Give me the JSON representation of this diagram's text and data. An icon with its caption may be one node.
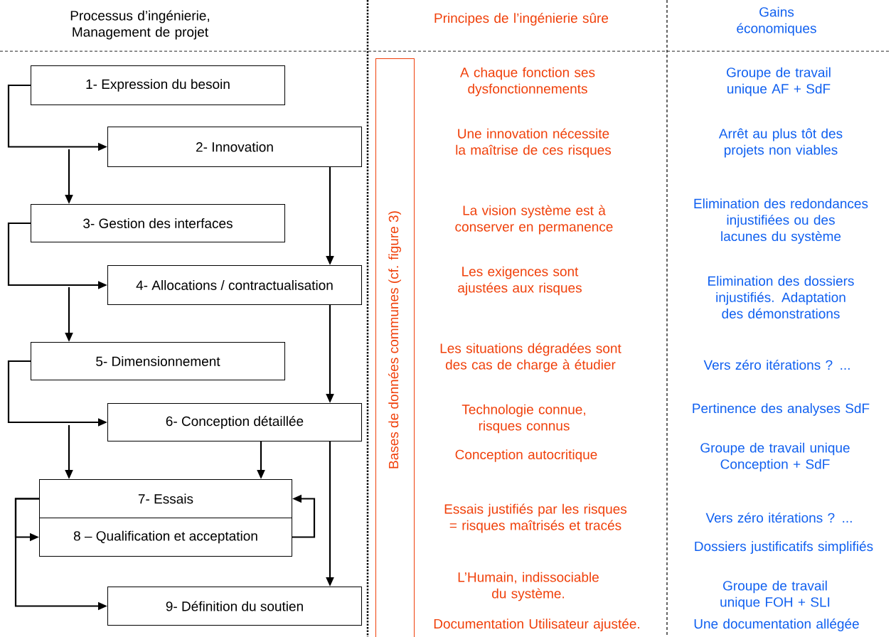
{
  "diagram": {
    "nodes": [
      {
        "text": [
          "1- Expression du besoin"
        ]
      },
      {
        "text": [
          "2- Innovation"
        ]
      },
      {
        "text": [
          "3- Gestion des interfaces"
        ]
      },
      {
        "text": [
          "4- Allocations / contractualisation"
        ]
      },
      {
        "text": [
          "5- Dimensionnement"
        ]
      },
      {
        "text": [
          "6- Conception détaillée"
        ]
      },
      {
        "text": [
          "7- Essais"
        ]
      },
      {
        "text": [
          "8 – Qualification et acceptation"
        ]
      },
      {
        "text": [
          "9- Définition du soutien"
        ]
      },
      {
        "text": [
          "Bases de données communes (cf. figure 3)"
        ]
      }
    ],
    "edges": [
      {
        "from": 0,
        "to": 1,
        "arrow": "to"
      },
      {
        "from": null,
        "to": 2,
        "arrow": "to"
      },
      {
        "from": 1,
        "to": 3,
        "arrow": "to"
      },
      {
        "from": 2,
        "to": 3,
        "arrow": "to"
      },
      {
        "from": null,
        "to": 4,
        "arrow": "to"
      },
      {
        "from": 3,
        "to": 5,
        "arrow": "to"
      },
      {
        "from": 4,
        "to": 5,
        "arrow": "to"
      },
      {
        "from": null,
        "to": 6,
        "arrow": "to"
      },
      {
        "from": 5,
        "to": 6,
        "arrow": "to"
      },
      {
        "from": 5,
        "to": 8,
        "arrow": "to"
      },
      {
        "from": 7,
        "to": 6,
        "arrow": "to"
      },
      {
        "from": 6,
        "to": 7,
        "arrow": "to"
      },
      {
        "from": 6,
        "to": 8,
        "arrow": "to"
      }
    ],
    "labels": [
      "Processus d’ingénierie, Management de projet",
      "Principes de l’ingénierie sûre",
      "Gains économiques",
      "A chaque fonction ses dysfonctionnements",
      "Groupe de travail unique AF + SdF",
      "Une innovation nécessite la maîtrise de ces risques",
      "Arrêt au plus tôt des projets non viables",
      "La vision système est à conserver en permanence",
      "Elimination des redondances injustifiées ou des lacunes du système",
      "Les exigences sont ajustées aux risques",
      "Elimination des dossiers injustifiés. Adaptation des démonstrations",
      "Les situations dégradées sont des cas de charge à étudier",
      "Vers zéro itérations ? ...",
      "Technologie connue, risques connus",
      "Pertinence des analyses SdF",
      "Conception autocritique",
      "Groupe de travail unique Conception + SdF",
      "Essais justifiés par les risques = risques maîtrisés et tracés",
      "Vers zéro itérations ? ...",
      "Dossiers justificatifs simplifiés",
      "L’Humain, indissociable du système.",
      "Groupe de travail unique FOH + SLI",
      "Documentation Utilisateur ajustée.",
      "Une documentation allégée"
    ]
  }
}
